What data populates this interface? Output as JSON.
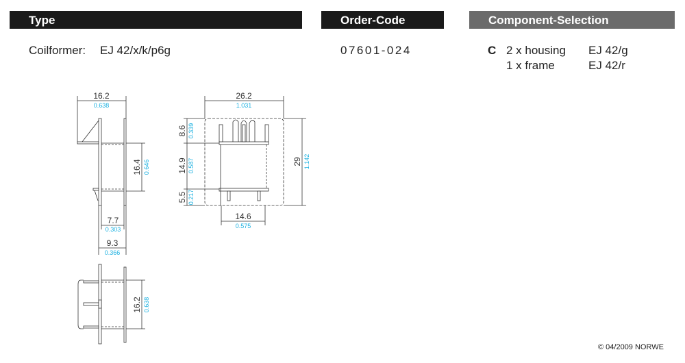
{
  "headers": {
    "type": "Type",
    "order_code": "Order-Code",
    "component_selection": "Component-Selection"
  },
  "type": {
    "label": "Coilformer:",
    "value": "EJ 42/x/k/p6g"
  },
  "order_code": "07601-024",
  "components": {
    "marker": "C",
    "items": [
      {
        "qty": "2 x housing",
        "part": "EJ 42/g"
      },
      {
        "qty": "1 x frame",
        "part": "EJ 42/r"
      }
    ]
  },
  "dimensions": {
    "side_width": {
      "mm": "16.2",
      "in": "0.638"
    },
    "side_height": {
      "mm": "16.4",
      "in": "0.646"
    },
    "inner_7": {
      "mm": "7.7",
      "in": "0.303"
    },
    "inner_9": {
      "mm": "9.3",
      "in": "0.366"
    },
    "front_width": {
      "mm": "26.2",
      "in": "1.031"
    },
    "front_height": {
      "mm": "29",
      "in": "1.142"
    },
    "top": {
      "mm": "8.6",
      "in": "0.339"
    },
    "middle": {
      "mm": "14.9",
      "in": "0.587"
    },
    "bottom": {
      "mm": "5.5",
      "in": "0.217"
    },
    "base_width": {
      "mm": "14.6",
      "in": "0.575"
    },
    "bottom_view_height": {
      "mm": "16.2",
      "in": "0.638"
    }
  },
  "colors": {
    "type_bar": "#1a1a1a",
    "component_bar": "#6b6b6b",
    "inch": "#1ab0e0"
  },
  "copyright": "© 04/2009 NORWE"
}
